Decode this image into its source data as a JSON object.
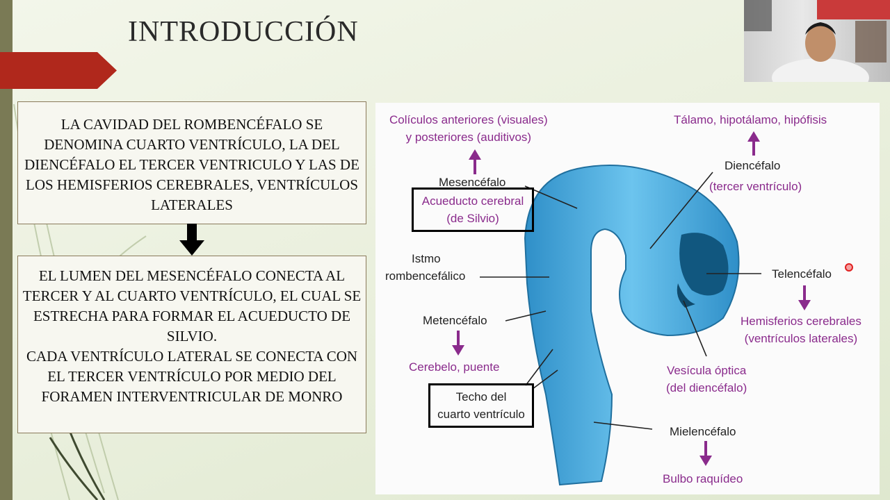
{
  "slide": {
    "title": "INTRODUCCIÓN",
    "box1_text": "LA CAVIDAD DEL ROMBENCÉFALO SE DENOMINA CUARTO VENTRÍCULO, LA DEL DIENCÉFALO EL TERCER VENTRICULO Y LAS DE LOS HEMISFERIOS CEREBRALES, VENTRÍCULOS LATERALES",
    "box2_line1": "EL LUMEN DEL MESENCÉFALO CONECTA AL TERCER Y AL CUARTO VENTRÍCULO, EL CUAL SE ESTRECHA PARA FORMAR EL ACUEDUCTO DE SILVIO.",
    "box2_line2": "CADA VENTRÍCULO LATERAL SE CONECTA CON EL TERCER VENTRÍCULO POR MEDIO DEL FORAMEN INTERVENTRICULAR DE MONRO"
  },
  "diagram": {
    "coliculos_1": "Colículos anteriores (visuales)",
    "coliculos_2": "y posteriores (auditivos)",
    "talamo": "Tálamo, hipotálamo, hipófisis",
    "mesencefalo": "Mesencéfalo",
    "acueducto_1": "Acueducto cerebral",
    "acueducto_2": "(de Silvio)",
    "diencefalo": "Diencéfalo",
    "tercer_ventriculo": "(tercer ventrículo)",
    "istmo_1": "Istmo",
    "istmo_2": "rombencefálico",
    "telencefalo": "Telencéfalo",
    "metencefalo": "Metencéfalo",
    "hemisferios_1": "Hemisferios cerebrales",
    "hemisferios_2": "(ventrículos laterales)",
    "cerebelo": "Cerebelo, puente",
    "vesicula_1": "Vesícula óptica",
    "vesicula_2": "(del diencéfalo)",
    "techo_1": "Techo del",
    "techo_2": "cuarto ventrículo",
    "mielencefalo": "Mielencéfalo",
    "bulbo": "Bulbo raquídeo"
  },
  "colors": {
    "accent_red": "#b0281c",
    "purple": "#8a2b8c",
    "tube_blue": "#4aaee0"
  }
}
